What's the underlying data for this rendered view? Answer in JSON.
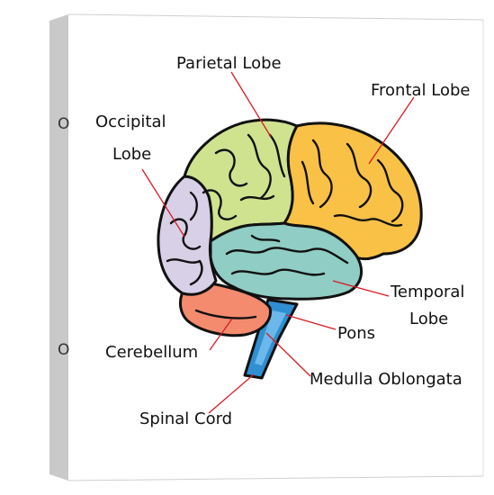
{
  "labels": {
    "parietal": "Parietal Lobe",
    "frontal": "Frontal Lobe",
    "occipital_1": "Occipital",
    "occipital_2": "Lobe",
    "temporal_1": "Temporal",
    "temporal_2": "Lobe",
    "pons": "Pons",
    "cerebellum": "Cerebellum",
    "medulla": "Medulla Oblongata",
    "spinal": "Spinal Cord"
  },
  "edge_glyphs": {
    "top": "O",
    "bottom": "O"
  },
  "colors": {
    "frontal": "#f9c146",
    "parietal": "#cfe38f",
    "occipital": "#d8d0e6",
    "temporal": "#90cdc4",
    "cerebellum": "#f48b6e",
    "brainstem": "#2f8fd2",
    "leader": "#d81b23",
    "canvas_side": "#c9c9c9"
  }
}
